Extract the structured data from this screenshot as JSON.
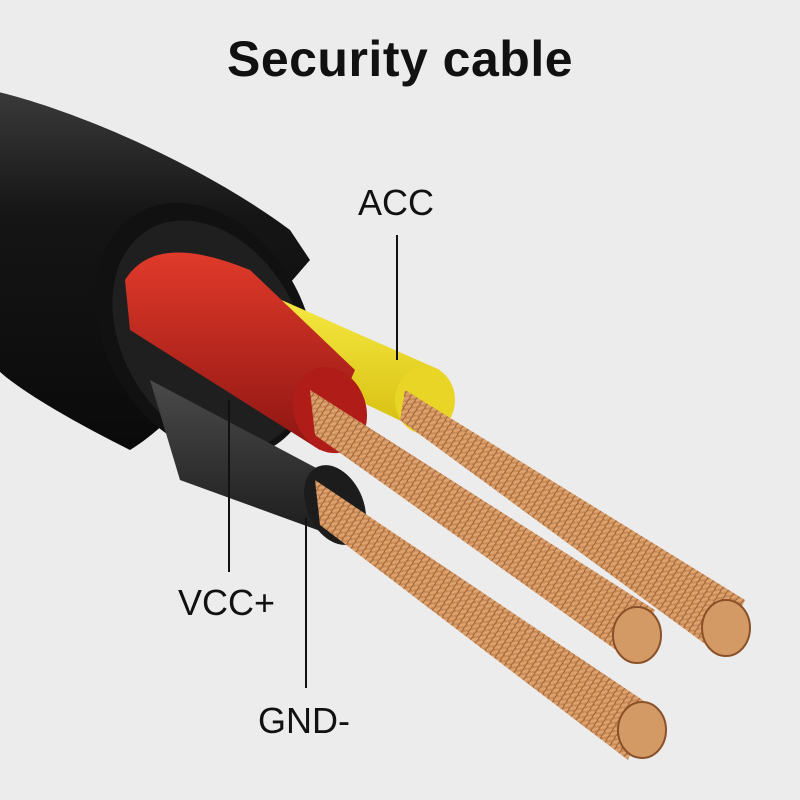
{
  "title": "Security cable",
  "labels": {
    "acc": "ACC",
    "vcc": "VCC+",
    "gnd": "GND-"
  },
  "colors": {
    "background": "#ececec",
    "jacket": "#1a1a1a",
    "wire_acc": "#f2e11e",
    "wire_vcc": "#c8201e",
    "wire_gnd": "#2d2d2d",
    "copper": "#c98a52"
  }
}
